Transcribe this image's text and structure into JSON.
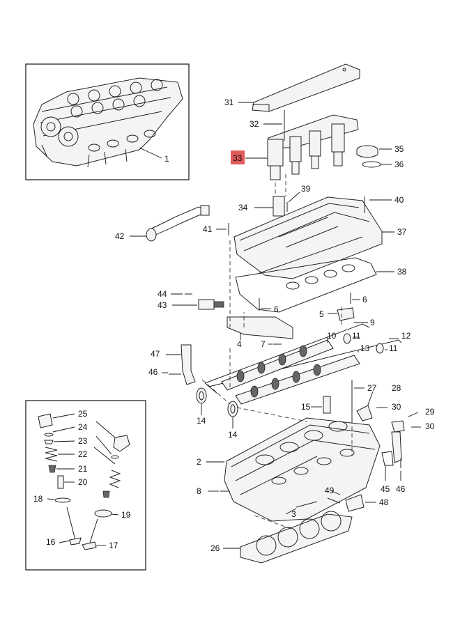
{
  "highlight_color": "#e05a5a",
  "callouts": {
    "c1": "1",
    "c2": "2",
    "c3": "3",
    "c4": "4",
    "c5": "5",
    "c6a": "6",
    "c6b": "6",
    "c7": "7",
    "c8": "8",
    "c9": "9",
    "c10": "10",
    "c11a": "11",
    "c11b": "11",
    "c12": "12",
    "c13": "13",
    "c14a": "14",
    "c14b": "14",
    "c15": "15",
    "c16": "16",
    "c17": "17",
    "c18": "18",
    "c19": "19",
    "c20": "20",
    "c21": "21",
    "c22": "22",
    "c23": "23",
    "c24": "24",
    "c25": "25",
    "c26": "26",
    "c27": "27",
    "c28": "28",
    "c29": "29",
    "c30a": "30",
    "c30b": "30",
    "c31": "31",
    "c32": "32",
    "c33": "33",
    "c34": "34",
    "c35": "35",
    "c36": "36",
    "c37": "37",
    "c38": "38",
    "c39": "39",
    "c40": "40",
    "c41": "41",
    "c42": "42",
    "c43": "43",
    "c44": "44",
    "c45": "45",
    "c46a": "46",
    "c46b": "46",
    "c47": "47",
    "c48": "48",
    "c49": "49"
  }
}
